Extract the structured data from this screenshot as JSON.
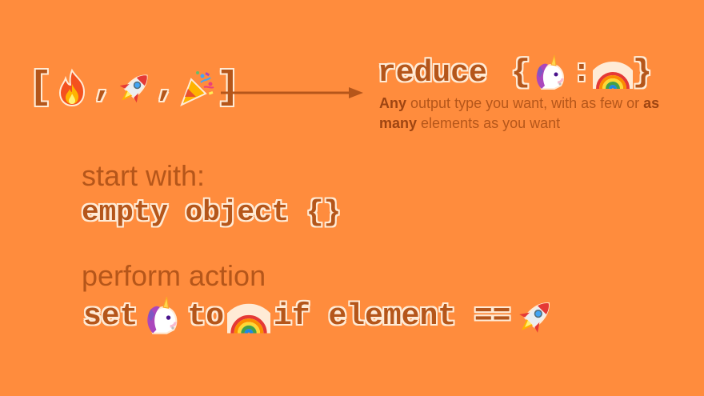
{
  "array": {
    "open_bracket": "[",
    "close_bracket": "]",
    "separator": ",",
    "items": [
      "fire-icon",
      "rocket-icon",
      "party-popper-icon"
    ]
  },
  "reduce": {
    "label": "reduce",
    "open_brace": "{",
    "close_brace": "}",
    "colon": ":",
    "key_icon": "unicorn-icon",
    "value_icon": "rainbow-icon",
    "description": {
      "part1_bold": "Any",
      "part2": " output type you want, with as few or ",
      "part3_bold": "as many",
      "part4": " elements as you want"
    }
  },
  "start": {
    "label": "start with:",
    "value": "empty object {}"
  },
  "perform": {
    "label": "perform action",
    "word_set": "set",
    "word_to": "to",
    "word_if": "if element ==",
    "icons": [
      "unicorn-icon",
      "rainbow-icon",
      "rocket-icon"
    ]
  },
  "colors": {
    "background": "#FF8C3D",
    "text": "#B5561A",
    "outline": "#FFEBD6"
  }
}
